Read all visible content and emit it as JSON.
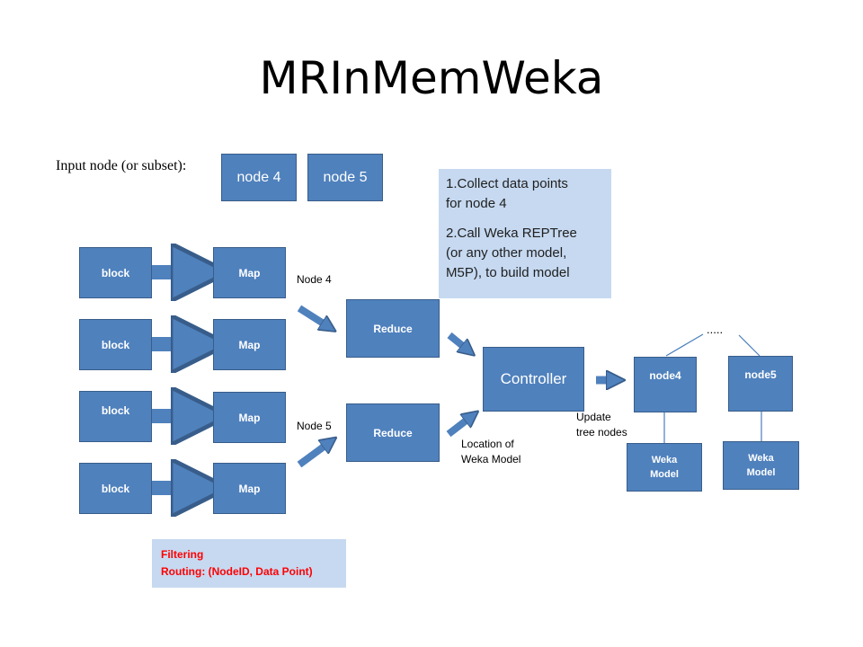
{
  "title": "MRInMemWeka",
  "input": {
    "label": "Input node (or subset):",
    "nodes": [
      "node 4",
      "node 5"
    ]
  },
  "blocks": [
    "block",
    "block",
    "block",
    "block"
  ],
  "maps": [
    "Map",
    "Map",
    "Map",
    "Map"
  ],
  "reducers": [
    "Reduce",
    "Reduce"
  ],
  "edge_labels": {
    "node4": "Node 4",
    "node5": "Node 5",
    "location_line1": "Location of",
    "location_line2": "Weka Model",
    "update_line1": "Update",
    "update_line2": "tree nodes"
  },
  "controller": "Controller",
  "note": {
    "line1": "1.Collect data points",
    "line2": "for node 4",
    "line3": "2.Call Weka REPTree",
    "line4": "(or any other model,",
    "line5": "M5P), to build model"
  },
  "tree": {
    "ellipsis": ".....",
    "nodes": [
      "node4",
      "node5"
    ],
    "model_line1": "Weka",
    "model_line2": "Model"
  },
  "filter": {
    "line1": "Filtering",
    "line2": "Routing: (NodeID, Data Point)"
  },
  "colors": {
    "box_fill": "#4f81bd",
    "box_border": "#385d8a",
    "note_fill": "#c6d9f1",
    "filter_text": "#ff0000"
  }
}
